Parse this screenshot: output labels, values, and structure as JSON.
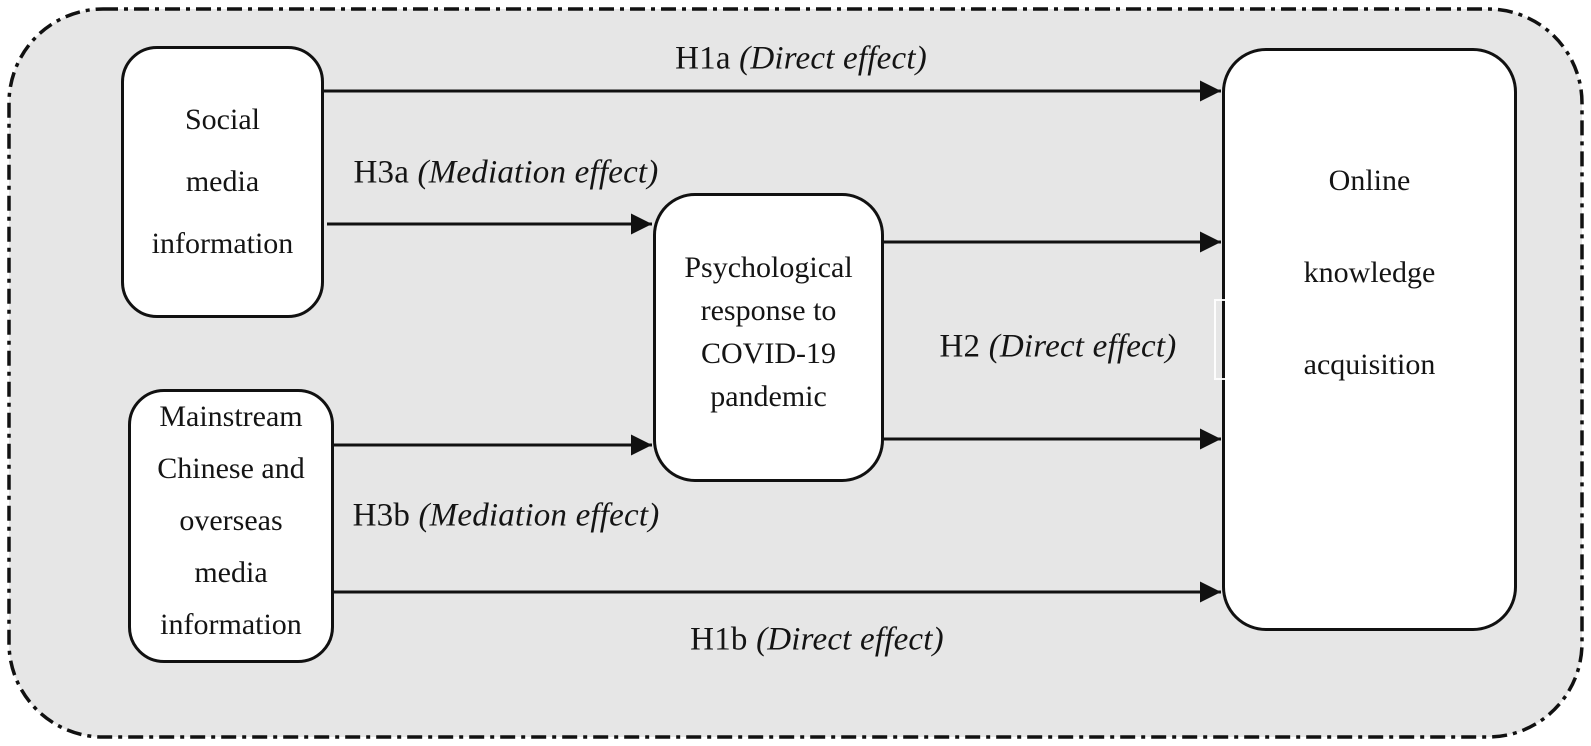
{
  "figure": {
    "panel_fill": "#e6e6e6",
    "ink": "#141414",
    "box_fill": "#ffffff",
    "stroke": "#111111"
  },
  "nodes": {
    "social_media": {
      "lines": [
        "Social",
        "media",
        "information"
      ]
    },
    "mainstream_media": {
      "lines": [
        "Mainstream",
        "Chinese and",
        "overseas",
        "media",
        "information"
      ]
    },
    "psychological_response": {
      "lines": [
        "Psychological",
        "response to",
        "COVID-19",
        "pandemic"
      ]
    },
    "online_knowledge": {
      "lines": [
        "Online",
        "knowledge",
        "acquisition"
      ]
    }
  },
  "labels": {
    "h1a": {
      "roman": "H1a ",
      "italic": "(Direct effect)"
    },
    "h3a": {
      "roman": "H3a ",
      "italic": "(Mediation effect)"
    },
    "h2": {
      "roman": "H2 ",
      "italic": "(Direct effect)"
    },
    "h3b": {
      "roman": "H3b ",
      "italic": "(Mediation effect)"
    },
    "h1b": {
      "roman": "H1b ",
      "italic": "(Direct effect)"
    }
  },
  "edges": [
    {
      "from": "social_media",
      "to": "online_knowledge",
      "label": "h1a"
    },
    {
      "from": "social_media",
      "to": "psychological_response",
      "label": "h3a"
    },
    {
      "from": "psychological_response",
      "to": "online_knowledge",
      "label": "h2"
    },
    {
      "from": "mainstream_media",
      "to": "psychological_response",
      "label": "h3b"
    },
    {
      "from": "mainstream_media",
      "to": "online_knowledge",
      "label": "h1b"
    }
  ]
}
